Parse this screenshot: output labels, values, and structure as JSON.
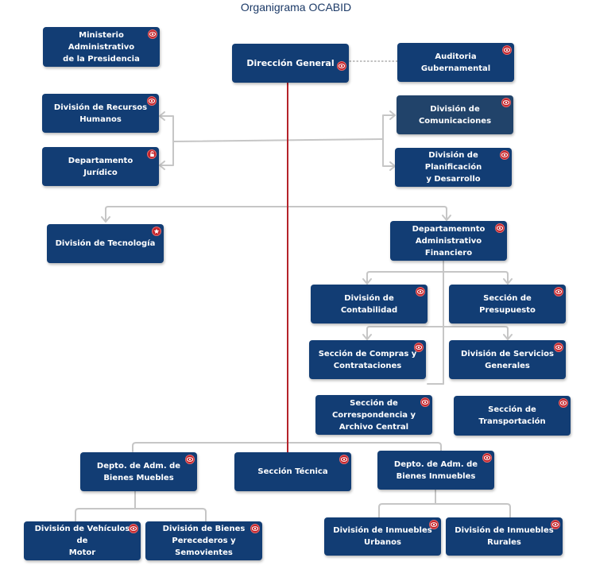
{
  "title": "Organigrama OCABID",
  "colors": {
    "node": "#123d74",
    "node_dark": "#21436a",
    "main_line": "#b5232a",
    "connector": "#c6c6c6",
    "badge": "#c4232a"
  },
  "nodes": {
    "ministerio": {
      "label": "Ministerio Administrativo\nde la Presidencia",
      "icon": "eye-icon"
    },
    "direccion": {
      "label": "Dirección General",
      "icon": "eye-icon"
    },
    "auditoria": {
      "label": "Auditoria  Gubernamental",
      "icon": "eye-icon"
    },
    "rrhh": {
      "label": "División de Recursos\nHumanos",
      "icon": "eye-icon"
    },
    "comunicaciones": {
      "label": "División de\nComunicaciones",
      "icon": "eye-icon"
    },
    "juridico": {
      "label": "Departamento Jurídico",
      "icon": "lock-icon"
    },
    "planificacion": {
      "label": "División de Planificación\ny Desarrollo",
      "icon": "eye-icon"
    },
    "tecnologia": {
      "label": "División de Tecnología",
      "icon": "star-icon"
    },
    "admin_fin": {
      "label": "Departamemnto\nAdministrativo\nFinanciero",
      "icon": "eye-icon"
    },
    "contabilidad": {
      "label": "División de\nContabilidad",
      "icon": "eye-icon"
    },
    "presupuesto": {
      "label": "Sección de Presupuesto",
      "icon": "eye-icon"
    },
    "compras": {
      "label": "Sección de Compras y\nContrataciones",
      "icon": "eye-icon"
    },
    "servicios": {
      "label": "División de Servicios\nGenerales",
      "icon": "eye-icon"
    },
    "correspondencia": {
      "label": "Sección de\nCorrespondencia y\nArchivo Central",
      "icon": "eye-icon"
    },
    "transportacion": {
      "label": "Sección de\nTransportación",
      "icon": "eye-icon"
    },
    "bienes_muebles": {
      "label": "Depto. de Adm. de\nBienes Muebles",
      "icon": "eye-icon"
    },
    "tecnica": {
      "label": "Sección Técnica",
      "icon": "eye-icon"
    },
    "bienes_inmuebles": {
      "label": "Depto. de Adm. de\nBienes Inmuebles",
      "icon": "eye-icon"
    },
    "vehiculos": {
      "label": "División de Vehículos de\nMotor",
      "icon": "eye-icon"
    },
    "perecederos": {
      "label": "División de Bienes\nPerecederos y Semovientes",
      "icon": "eye-icon"
    },
    "urbanos": {
      "label": "División de Inmuebles\nUrbanos",
      "icon": "eye-icon"
    },
    "rurales": {
      "label": "División de Inmuebles\nRurales",
      "icon": "eye-icon"
    }
  }
}
